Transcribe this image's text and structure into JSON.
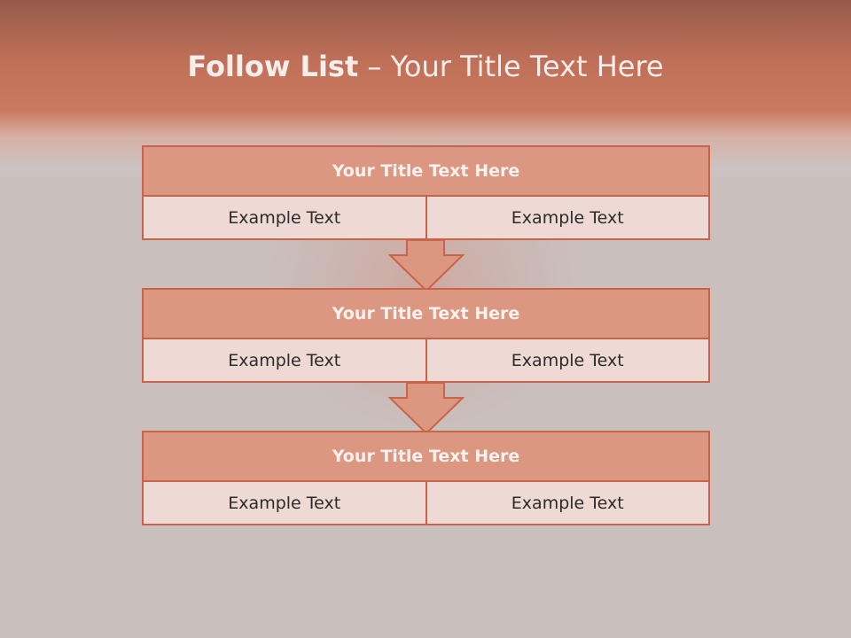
{
  "slide": {
    "title_bold": "Follow List",
    "title_rest": " – Your Title Text Here"
  },
  "blocks": [
    {
      "heading": "Your Title Text Here",
      "left": "Example Text",
      "right": "Example Text"
    },
    {
      "heading": "Your Title Text Here",
      "left": "Example Text",
      "right": "Example Text"
    },
    {
      "heading": "Your Title Text Here",
      "left": "Example Text",
      "right": "Example Text"
    }
  ],
  "colors": {
    "accent": "#c9634a",
    "heading_fill": "#dc9781",
    "cell_fill": "#efd9d4",
    "header_band": "#c07058"
  }
}
